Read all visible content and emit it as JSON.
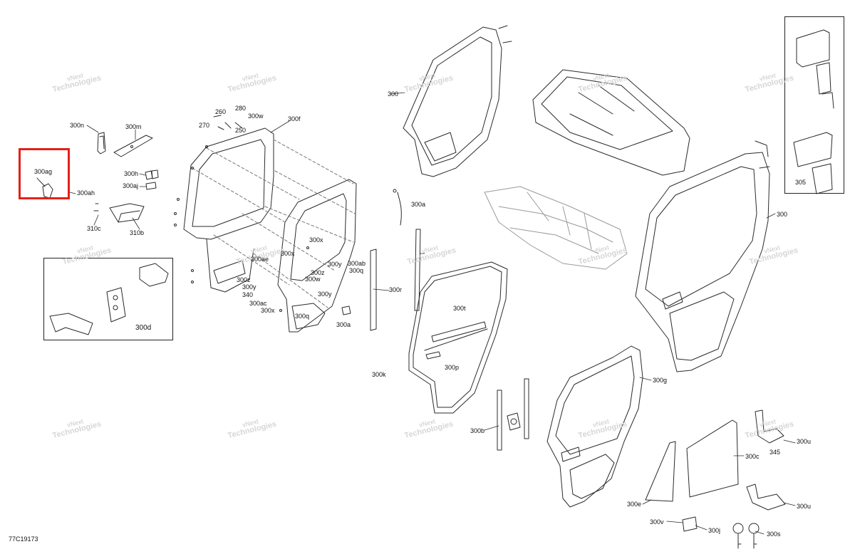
{
  "figure_id": "77C19173",
  "highlight_color": "#e32119",
  "line_color": "#2b2b2b",
  "watermark": {
    "line1": "vNext",
    "line2": "Technologies"
  },
  "callouts": {
    "c300n": "300n",
    "c300m": "300m",
    "c300ag": "300ag",
    "c300ah": "300ah",
    "c300h": "300h",
    "c300aj": "300aj",
    "c310c": "310c",
    "c310b": "310b",
    "c260": "260",
    "c280": "280",
    "c270": "270",
    "c250": "250",
    "c300w_top": "300w",
    "c300f": "300f",
    "c300_top": "300",
    "c300a_top": "300a",
    "c300x_1": "300x",
    "c300x_2": "300x",
    "c300ae": "300ae",
    "c300y_1": "300y",
    "c300ab": "300ab",
    "c300q_1": "300q",
    "c300z_1": "300z",
    "c300w_2": "300w",
    "c300z_2": "300z",
    "c300y_2": "300y",
    "c340": "340",
    "c300y_3": "300y",
    "c300ac": "300ac",
    "c300x_3": "300x",
    "c300q_2": "300q",
    "c300a_2": "300a",
    "c300r": "300r",
    "c300t": "300t",
    "c300p": "300p",
    "c300k": "300k",
    "c300d": "300d",
    "c305": "305",
    "c300_right": "300",
    "c300g": "300g",
    "c300b": "300b",
    "c345": "345",
    "c300u_1": "300u",
    "c300c": "300c",
    "c300e": "300e",
    "c300u_2": "300u",
    "c300v": "300v",
    "c300j": "300j",
    "c300s": "300s"
  }
}
